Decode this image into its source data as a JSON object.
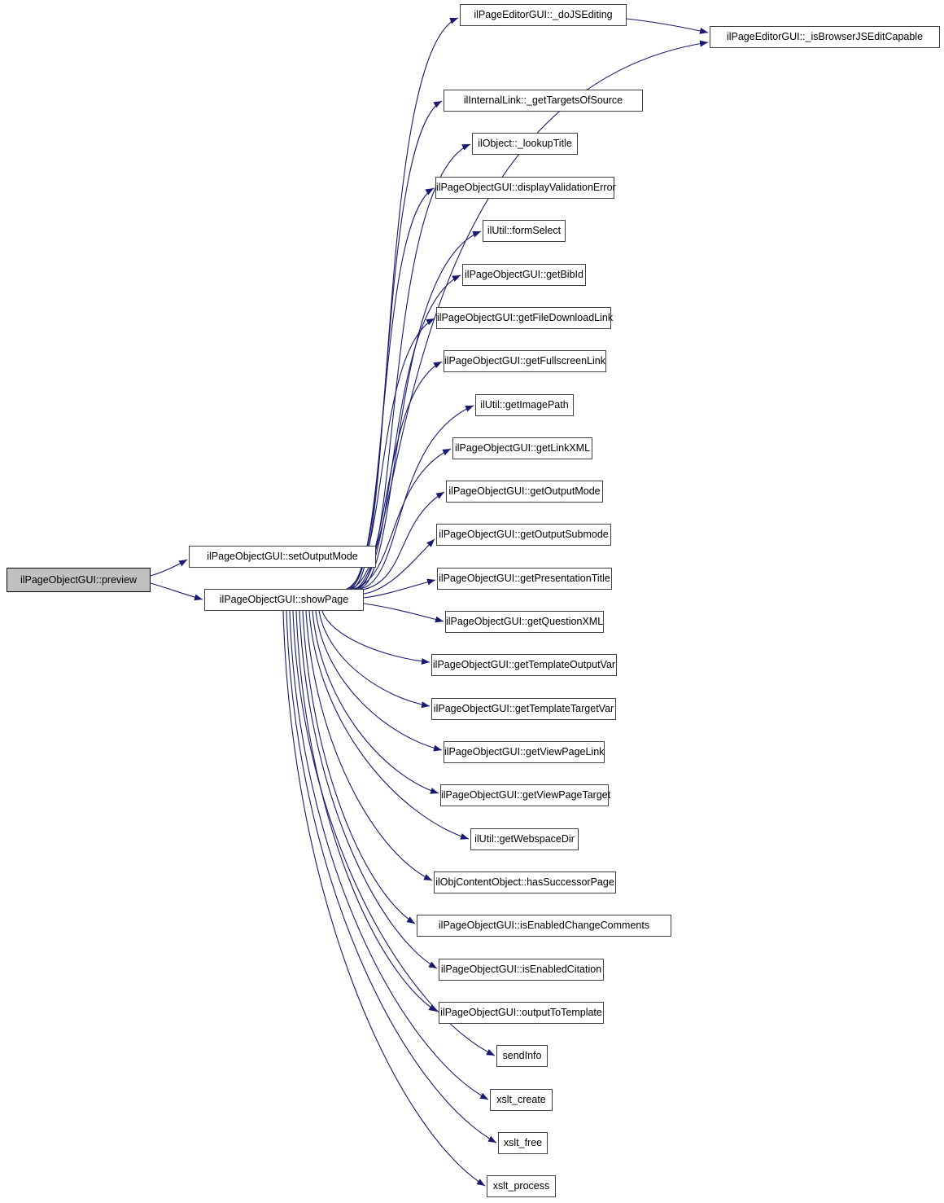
{
  "diagram": {
    "type": "call-graph",
    "colors": {
      "background": "#ffffff",
      "edge": "#191970",
      "node_border": "#404040",
      "node_fill": "#ffffff",
      "highlight_fill": "#c0c0c0",
      "highlight_border": "#000000",
      "text": "#000000"
    }
  },
  "nodes": [
    {
      "id": "preview",
      "label": "ilPageObjectGUI::preview",
      "highlighted": true
    },
    {
      "id": "setOutputMode",
      "label": "ilPageObjectGUI::setOutputMode"
    },
    {
      "id": "showPage",
      "label": "ilPageObjectGUI::showPage"
    },
    {
      "id": "doJSEditing",
      "label": "ilPageEditorGUI::_doJSEditing"
    },
    {
      "id": "isBrowserJSEditCapable",
      "label": "ilPageEditorGUI::_isBrowserJSEditCapable"
    },
    {
      "id": "getTargetsOfSource",
      "label": "ilInternalLink::_getTargetsOfSource"
    },
    {
      "id": "lookupTitle",
      "label": "ilObject::_lookupTitle"
    },
    {
      "id": "displayValidationError",
      "label": "ilPageObjectGUI::displayValidationError"
    },
    {
      "id": "formSelect",
      "label": "ilUtil::formSelect"
    },
    {
      "id": "getBibId",
      "label": "ilPageObjectGUI::getBibId"
    },
    {
      "id": "getFileDownloadLink",
      "label": "ilPageObjectGUI::getFileDownloadLink"
    },
    {
      "id": "getFullscreenLink",
      "label": "ilPageObjectGUI::getFullscreenLink"
    },
    {
      "id": "getImagePath",
      "label": "ilUtil::getImagePath"
    },
    {
      "id": "getLinkXML",
      "label": "ilPageObjectGUI::getLinkXML"
    },
    {
      "id": "getOutputMode",
      "label": "ilPageObjectGUI::getOutputMode"
    },
    {
      "id": "getOutputSubmode",
      "label": "ilPageObjectGUI::getOutputSubmode"
    },
    {
      "id": "getPresentationTitle",
      "label": "ilPageObjectGUI::getPresentationTitle"
    },
    {
      "id": "getQuestionXML",
      "label": "ilPageObjectGUI::getQuestionXML"
    },
    {
      "id": "getTemplateOutputVar",
      "label": "ilPageObjectGUI::getTemplateOutputVar"
    },
    {
      "id": "getTemplateTargetVar",
      "label": "ilPageObjectGUI::getTemplateTargetVar"
    },
    {
      "id": "getViewPageLink",
      "label": "ilPageObjectGUI::getViewPageLink"
    },
    {
      "id": "getViewPageTarget",
      "label": "ilPageObjectGUI::getViewPageTarget"
    },
    {
      "id": "getWebspaceDir",
      "label": "ilUtil::getWebspaceDir"
    },
    {
      "id": "hasSuccessorPage",
      "label": "ilObjContentObject::hasSuccessorPage"
    },
    {
      "id": "isEnabledChangeComments",
      "label": "ilPageObjectGUI::isEnabledChangeComments"
    },
    {
      "id": "isEnabledCitation",
      "label": "ilPageObjectGUI::isEnabledCitation"
    },
    {
      "id": "outputToTemplate",
      "label": "ilPageObjectGUI::outputToTemplate"
    },
    {
      "id": "sendInfo",
      "label": "sendInfo"
    },
    {
      "id": "xslt_create",
      "label": "xslt_create"
    },
    {
      "id": "xslt_free",
      "label": "xslt_free"
    },
    {
      "id": "xslt_process",
      "label": "xslt_process"
    }
  ],
  "edges": [
    {
      "from": "preview",
      "to": "setOutputMode"
    },
    {
      "from": "preview",
      "to": "showPage"
    },
    {
      "from": "doJSEditing",
      "to": "isBrowserJSEditCapable"
    },
    {
      "from": "showPage",
      "to": "doJSEditing"
    },
    {
      "from": "showPage",
      "to": "isBrowserJSEditCapable"
    },
    {
      "from": "showPage",
      "to": "getTargetsOfSource"
    },
    {
      "from": "showPage",
      "to": "lookupTitle"
    },
    {
      "from": "showPage",
      "to": "displayValidationError"
    },
    {
      "from": "showPage",
      "to": "formSelect"
    },
    {
      "from": "showPage",
      "to": "getBibId"
    },
    {
      "from": "showPage",
      "to": "getFileDownloadLink"
    },
    {
      "from": "showPage",
      "to": "getFullscreenLink"
    },
    {
      "from": "showPage",
      "to": "getImagePath"
    },
    {
      "from": "showPage",
      "to": "getLinkXML"
    },
    {
      "from": "showPage",
      "to": "getOutputMode"
    },
    {
      "from": "showPage",
      "to": "getOutputSubmode"
    },
    {
      "from": "showPage",
      "to": "getPresentationTitle"
    },
    {
      "from": "showPage",
      "to": "getQuestionXML"
    },
    {
      "from": "showPage",
      "to": "getTemplateOutputVar"
    },
    {
      "from": "showPage",
      "to": "getTemplateTargetVar"
    },
    {
      "from": "showPage",
      "to": "getViewPageLink"
    },
    {
      "from": "showPage",
      "to": "getViewPageTarget"
    },
    {
      "from": "showPage",
      "to": "getWebspaceDir"
    },
    {
      "from": "showPage",
      "to": "hasSuccessorPage"
    },
    {
      "from": "showPage",
      "to": "isEnabledChangeComments"
    },
    {
      "from": "showPage",
      "to": "isEnabledCitation"
    },
    {
      "from": "showPage",
      "to": "outputToTemplate"
    },
    {
      "from": "showPage",
      "to": "sendInfo"
    },
    {
      "from": "showPage",
      "to": "xslt_create"
    },
    {
      "from": "showPage",
      "to": "xslt_free"
    },
    {
      "from": "showPage",
      "to": "xslt_process"
    }
  ]
}
